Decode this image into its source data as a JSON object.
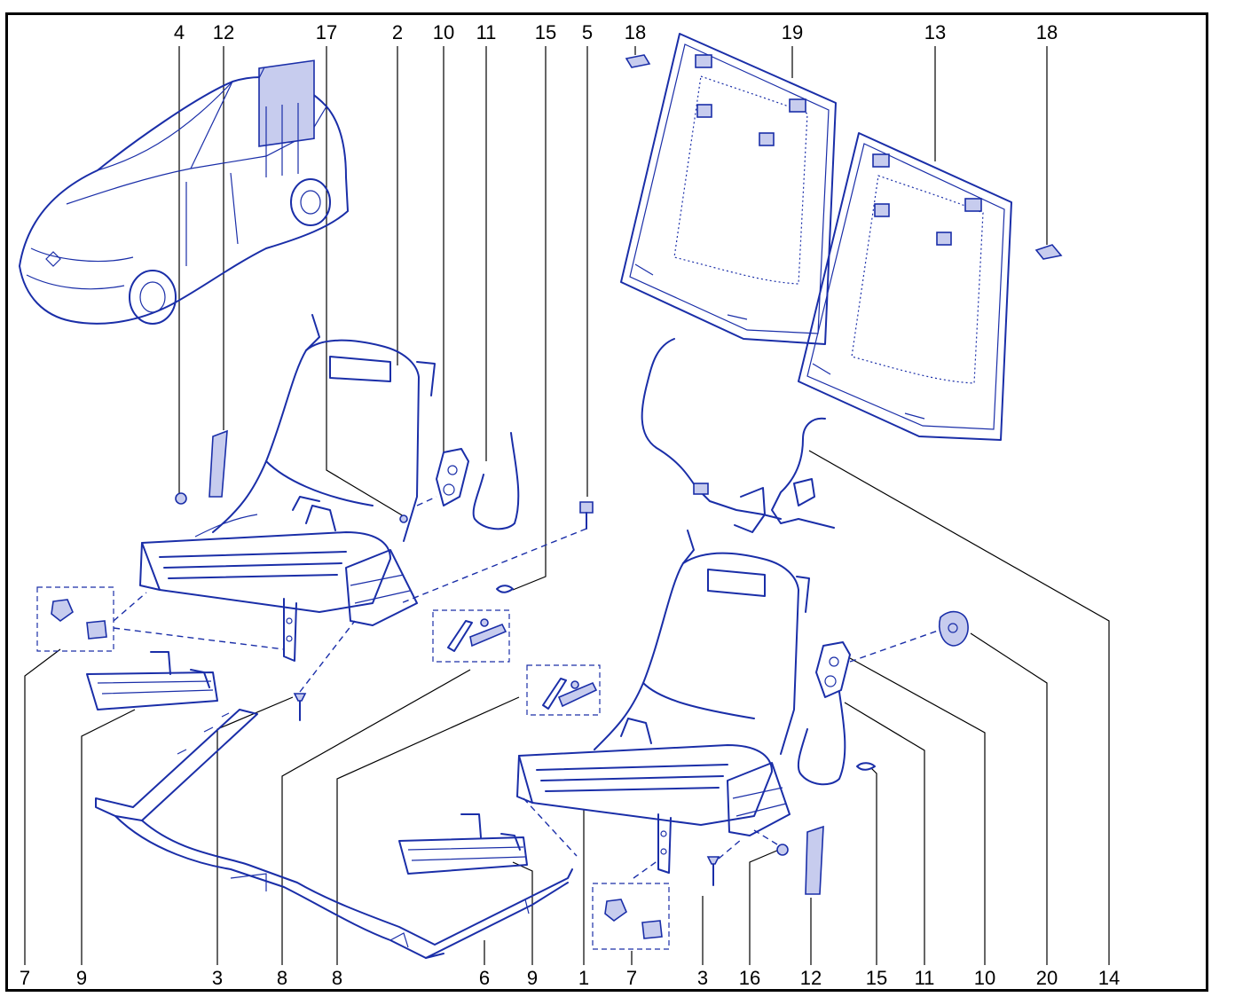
{
  "callouts": [
    {
      "id": "c-4-top",
      "text": "4"
    },
    {
      "id": "c-12-top",
      "text": "12"
    },
    {
      "id": "c-17",
      "text": "17"
    },
    {
      "id": "c-2",
      "text": "2"
    },
    {
      "id": "c-10-top",
      "text": "10"
    },
    {
      "id": "c-11-top",
      "text": "11"
    },
    {
      "id": "c-15-top",
      "text": "15"
    },
    {
      "id": "c-5",
      "text": "5"
    },
    {
      "id": "c-18-left",
      "text": "18"
    },
    {
      "id": "c-19",
      "text": "19"
    },
    {
      "id": "c-13",
      "text": "13"
    },
    {
      "id": "c-18-right",
      "text": "18"
    },
    {
      "id": "c-7-left",
      "text": "7"
    },
    {
      "id": "c-9-left",
      "text": "9"
    },
    {
      "id": "c-3-left",
      "text": "3"
    },
    {
      "id": "c-8-a",
      "text": "8"
    },
    {
      "id": "c-8-b",
      "text": "8"
    },
    {
      "id": "c-6",
      "text": "6"
    },
    {
      "id": "c-9-right",
      "text": "9"
    },
    {
      "id": "c-1",
      "text": "1"
    },
    {
      "id": "c-7-right",
      "text": "7"
    },
    {
      "id": "c-3-right",
      "text": "3"
    },
    {
      "id": "c-16",
      "text": "16"
    },
    {
      "id": "c-12-bottom",
      "text": "12"
    },
    {
      "id": "c-15-bottom",
      "text": "15"
    },
    {
      "id": "c-11-bottom",
      "text": "11"
    },
    {
      "id": "c-10-bottom",
      "text": "10"
    },
    {
      "id": "c-20",
      "text": "20"
    },
    {
      "id": "c-14",
      "text": "14"
    }
  ],
  "colors": {
    "line": "#1a2ea8",
    "fill": "#c7ccee",
    "frame": "#000000"
  }
}
